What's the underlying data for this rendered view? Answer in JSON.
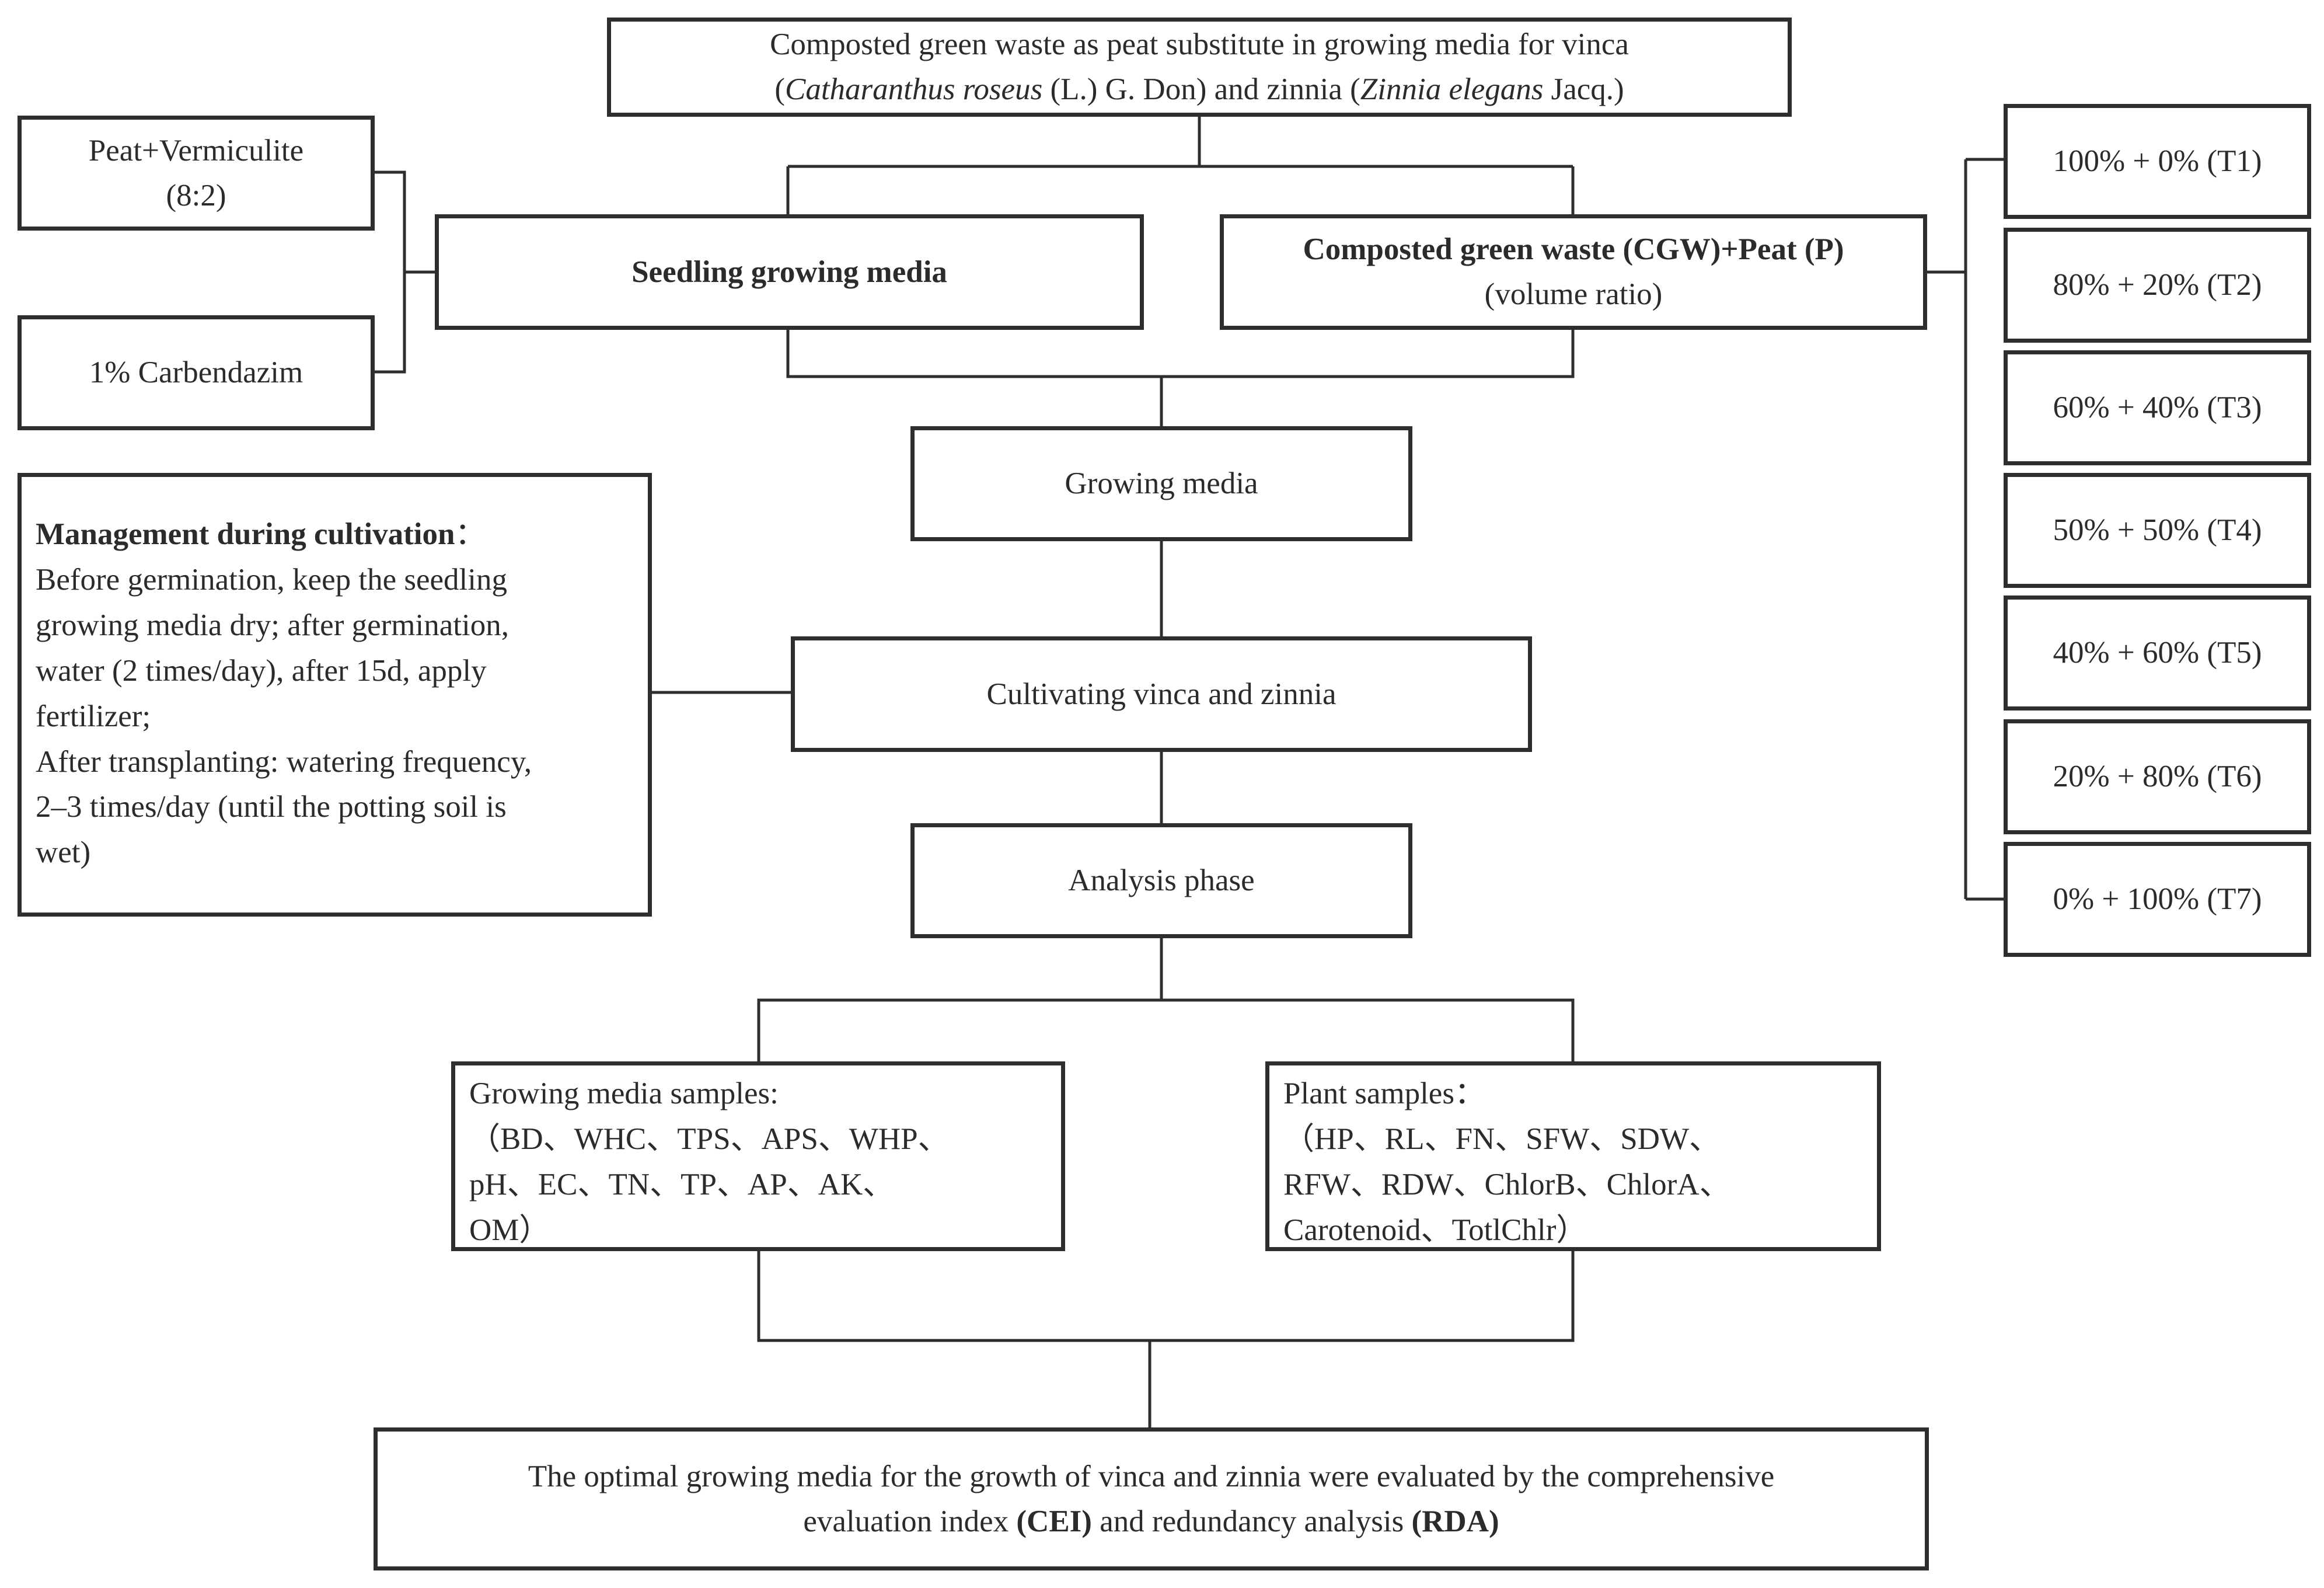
{
  "title": {
    "line1": "Composted green waste as peat substitute in growing media for vinca",
    "line2_a": "(",
    "line2_b": "Catharanthus roseus",
    "line2_c": " (L.) G. Don) and zinnia (",
    "line2_d": "Zinnia elegans",
    "line2_e": " Jacq.)"
  },
  "peat_vermiculite": {
    "line1": "Peat+Vermiculite",
    "line2": "(8:2)"
  },
  "carbendazim": "1% Carbendazim",
  "seedling_media": "Seedling growing media",
  "cgw_peat": {
    "line1": "Composted green waste (CGW)+Peat (P)",
    "line2": "(volume ratio)"
  },
  "treatments": [
    "100% + 0% (T1)",
    "80% + 20% (T2)",
    "60% + 40% (T3)",
    "50% + 50% (T4)",
    "40% + 60% (T5)",
    "20% + 80% (T6)",
    "0% + 100% (T7)"
  ],
  "growing_media": "Growing media",
  "management": {
    "heading": "Management during cultivation",
    "heading_suffix": "：",
    "lines": [
      "Before germination, keep the seedling",
      "growing media dry; after germination,",
      "water (2 times/day),  after 15d, apply",
      "fertilizer;",
      "After transplanting: watering frequency,",
      "2–3 times/day (until the potting soil is",
      "wet)"
    ]
  },
  "cultivating": "Cultivating vinca and zinnia",
  "analysis": "Analysis phase",
  "media_samples": {
    "heading": "Growing media samples:",
    "lines": [
      "（BD、WHC、TPS、APS、WHP、",
      "pH、EC、TN、TP、AP、AK、",
      "OM）"
    ]
  },
  "plant_samples": {
    "heading": "Plant samples：",
    "lines": [
      "（HP、RL、FN、SFW、SDW、",
      "RFW、RDW、ChlorB、ChlorA、",
      "Carotenoid、TotlChlr）"
    ]
  },
  "conclusion": {
    "line1": "The optimal growing media for the growth of vinca and zinnia were evaluated by the comprehensive",
    "line2_a": "evaluation index ",
    "line2_b": "(CEI)",
    "line2_c": " and redundancy analysis ",
    "line2_d": "(RDA)"
  },
  "colors": {
    "stroke": "#2e2e2e",
    "text": "#2b2b2b",
    "background": "#ffffff"
  }
}
